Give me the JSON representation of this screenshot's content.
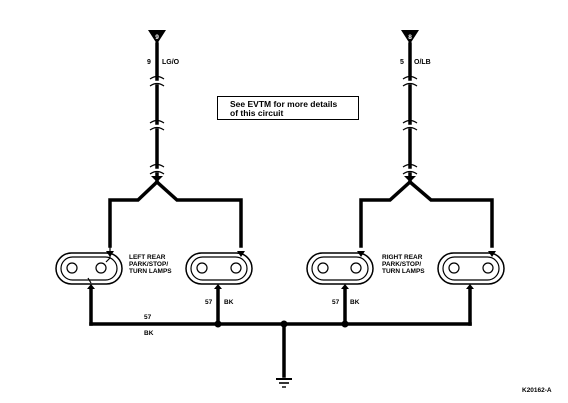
{
  "note": {
    "line1": "See EVTM for more details",
    "line2": "of this circuit"
  },
  "connectors": {
    "left": {
      "pin": "9",
      "wire_num": "9",
      "wire_color": "LG/O"
    },
    "right": {
      "pin": "8",
      "wire_num": "5",
      "wire_color": "O/LB"
    }
  },
  "lamp_labels": {
    "left": [
      "LEFT REAR",
      "PARK/STOP/",
      "TURN LAMPS"
    ],
    "right": [
      "RIGHT REAR",
      "PARK/STOP/",
      "TURN LAMPS"
    ]
  },
  "ground_wires": {
    "main_num": "57",
    "main_color": "BK",
    "left_inner_num": "57",
    "left_inner_color": "BK",
    "right_inner_num": "57",
    "right_inner_color": "BK"
  },
  "figure_id": "K20162-A"
}
